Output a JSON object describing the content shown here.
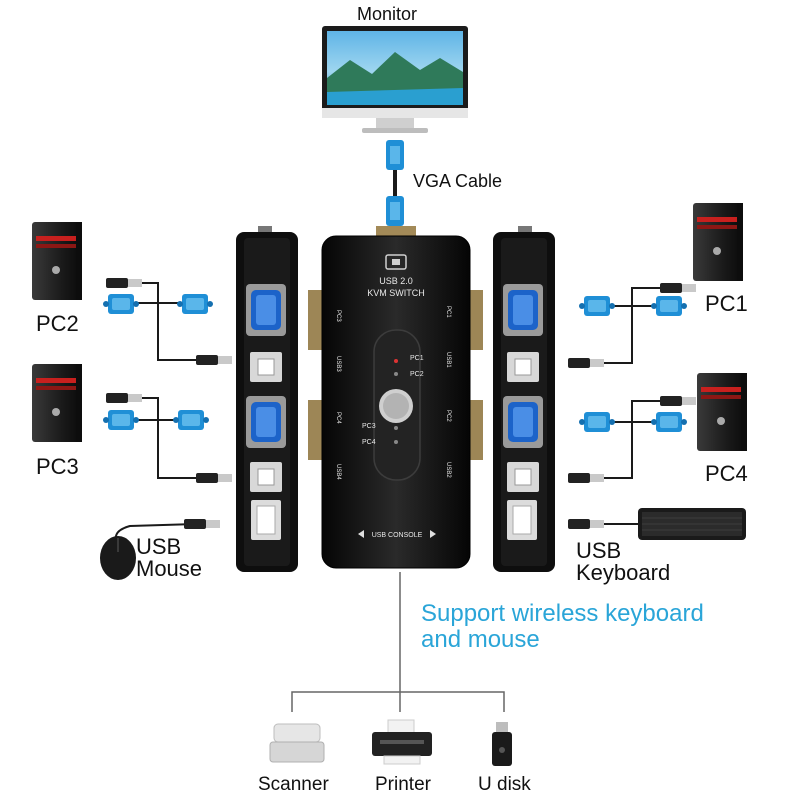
{
  "monitor": {
    "label": "Monitor"
  },
  "vga_cable": {
    "label": "VGA Cable"
  },
  "pcs": [
    {
      "label": "PC1"
    },
    {
      "label": "PC2"
    },
    {
      "label": "PC3"
    },
    {
      "label": "PC4"
    }
  ],
  "mouse": {
    "line1": "USB",
    "line2": "Mouse"
  },
  "keyboard": {
    "line1": "USB",
    "line2": "Keyboard"
  },
  "switch_device": {
    "line1": "USB 2.0",
    "line2": "KVM SWITCH",
    "leds": [
      "PC1",
      "PC2",
      "PC3",
      "PC4"
    ],
    "console": "USB CONSOLE",
    "side_left": [
      "PC3",
      "USB3",
      "PC4",
      "USB4"
    ],
    "side_right": [
      "PC1",
      "USB1",
      "PC2",
      "USB2"
    ]
  },
  "wireless_note": {
    "line1": "Support wireless keyboard",
    "line2": "and mouse"
  },
  "peripherals": [
    {
      "label": "Scanner"
    },
    {
      "label": "Printer"
    },
    {
      "label": "U disk"
    }
  ],
  "colors": {
    "accent_text": "#2aa5d8",
    "connector_blue": "#1f8fd6",
    "device_body": "#141414",
    "pc_red": "#c8201e"
  }
}
